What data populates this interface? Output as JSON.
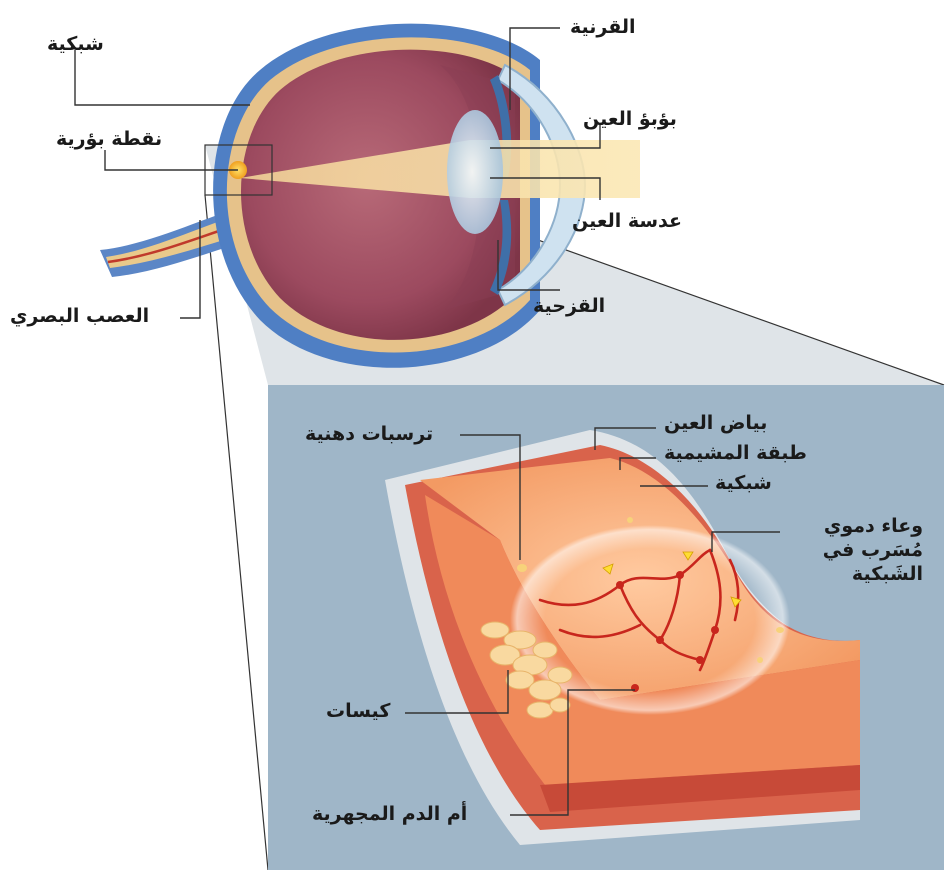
{
  "eye_labels": {
    "retina": "شبكية",
    "fovea": "نقطة بؤرية",
    "optic_nerve": "العصب البصري",
    "cornea": "القرنية",
    "pupil": "بؤبؤ العين",
    "lens": "عدسة العين",
    "iris": "القزحية"
  },
  "detail_labels": {
    "lipid_deposits": "ترسبات دهنية",
    "sclera": "بياض العين",
    "choroid": "طبقة المشيمية",
    "retina": "شبكية",
    "leaking_vessel": "وعاء دموي مُسَرب في الشَبكية",
    "cysts": "كيسات",
    "microaneurysm": "أم الدم المجهرية"
  },
  "colors": {
    "eye_outer": "#4f7fc4",
    "eye_inner": "#9c4a5f",
    "panel_bg": "#9fb6c8",
    "retina_tissue": "#f3a46f",
    "vessel": "#c8261d"
  }
}
